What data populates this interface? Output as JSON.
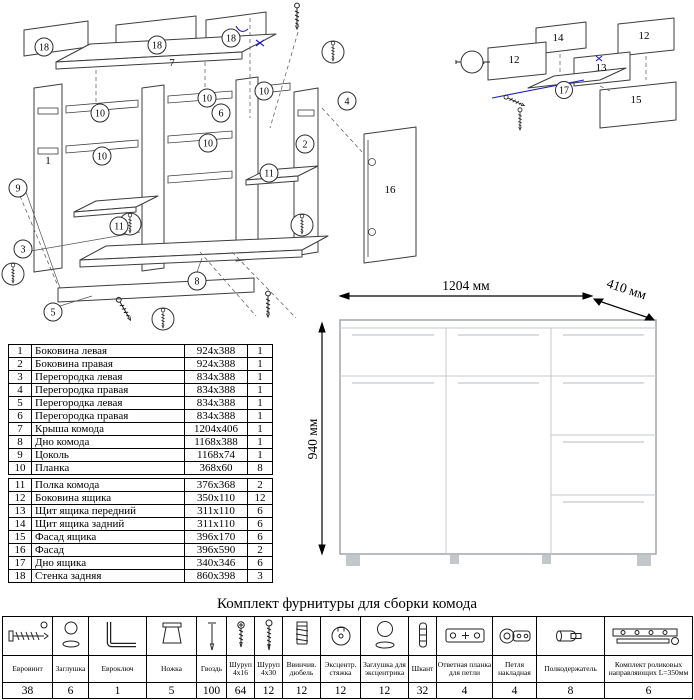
{
  "dimensions": {
    "width_label": "1204 мм",
    "depth_label": "410 мм",
    "height_label": "940 мм"
  },
  "callouts": {
    "main": {
      "n18a": "18",
      "n18b": "18",
      "n18c": "18",
      "n7": "7",
      "n1": "1",
      "n2": "2",
      "n3": "3",
      "n4": "4",
      "n5": "5",
      "n6": "6",
      "n8": "8",
      "n9": "9",
      "n10a": "10",
      "n10b": "10",
      "n10c": "10",
      "n10d": "10",
      "n10e": "10",
      "n11a": "11",
      "n11b": "11",
      "n16": "16"
    },
    "drawer": {
      "n12a": "12",
      "n12b": "12",
      "n13": "13",
      "n14": "14",
      "n15": "15",
      "n17": "17"
    }
  },
  "parts": {
    "rows": [
      {
        "num": "1",
        "name": "Боковина левая",
        "size": "924х388",
        "qty": "1"
      },
      {
        "num": "2",
        "name": "Боковина правая",
        "size": "924х388",
        "qty": "1"
      },
      {
        "num": "3",
        "name": "Перегородка левая",
        "size": "834х388",
        "qty": "1"
      },
      {
        "num": "4",
        "name": "Перегородка правая",
        "size": "834х388",
        "qty": "1"
      },
      {
        "num": "5",
        "name": "Перегородка левая",
        "size": "834х388",
        "qty": "1"
      },
      {
        "num": "6",
        "name": "Перегородка правая",
        "size": "834х388",
        "qty": "1"
      },
      {
        "num": "7",
        "name": "Крыша комода",
        "size": "1204х406",
        "qty": "1"
      },
      {
        "num": "8",
        "name": "Дно комода",
        "size": "1168х388",
        "qty": "1"
      },
      {
        "num": "9",
        "name": "Цоколь",
        "size": "1168х74",
        "qty": "1"
      },
      {
        "num": "10",
        "name": "Планка",
        "size": "368х60",
        "qty": "8"
      },
      {
        "num": "11",
        "name": "Полка комода",
        "size": "376х368",
        "qty": "2"
      },
      {
        "num": "12",
        "name": "Боковина ящика",
        "size": "350х110",
        "qty": "12"
      },
      {
        "num": "13",
        "name": "Щит ящика передний",
        "size": "311х110",
        "qty": "6"
      },
      {
        "num": "14",
        "name": "Щит ящика задний",
        "size": "311х110",
        "qty": "6"
      },
      {
        "num": "15",
        "name": "Фасад ящика",
        "size": "396х170",
        "qty": "6"
      },
      {
        "num": "16",
        "name": "Фасад",
        "size": "396х590",
        "qty": "2"
      },
      {
        "num": "17",
        "name": "Дно ящика",
        "size": "340х346",
        "qty": "6"
      },
      {
        "num": "18",
        "name": "Стенка задняя",
        "size": "860х398",
        "qty": "3"
      }
    ]
  },
  "hardware": {
    "heading": "Комплект фурнитуры для сборки комода",
    "items": [
      {
        "name": "Евровинт",
        "qty": "38"
      },
      {
        "name": "Заглушка",
        "qty": "6"
      },
      {
        "name": "Евроключ",
        "qty": "1"
      },
      {
        "name": "Ножка",
        "qty": "5"
      },
      {
        "name": "Гвоздь",
        "qty": "100"
      },
      {
        "name": "Шуруп\n4х16",
        "qty": "64"
      },
      {
        "name": "Шуруп\n4х30",
        "qty": "12"
      },
      {
        "name": "Ввинчив.\nдюбель",
        "qty": "12"
      },
      {
        "name": "Эксцентр.\nстяжка",
        "qty": "12"
      },
      {
        "name": "Заглушка для\nэксцентрика",
        "qty": "12"
      },
      {
        "name": "Шкант",
        "qty": "32"
      },
      {
        "name": "Ответная планка\nдля петли",
        "qty": "4"
      },
      {
        "name": "Петля\nнакладная",
        "qty": "4"
      },
      {
        "name": "Полкодержатель",
        "qty": "8"
      },
      {
        "name": "Комплект роликовых\nнаправляющих L=350мм",
        "qty": "6"
      }
    ]
  }
}
